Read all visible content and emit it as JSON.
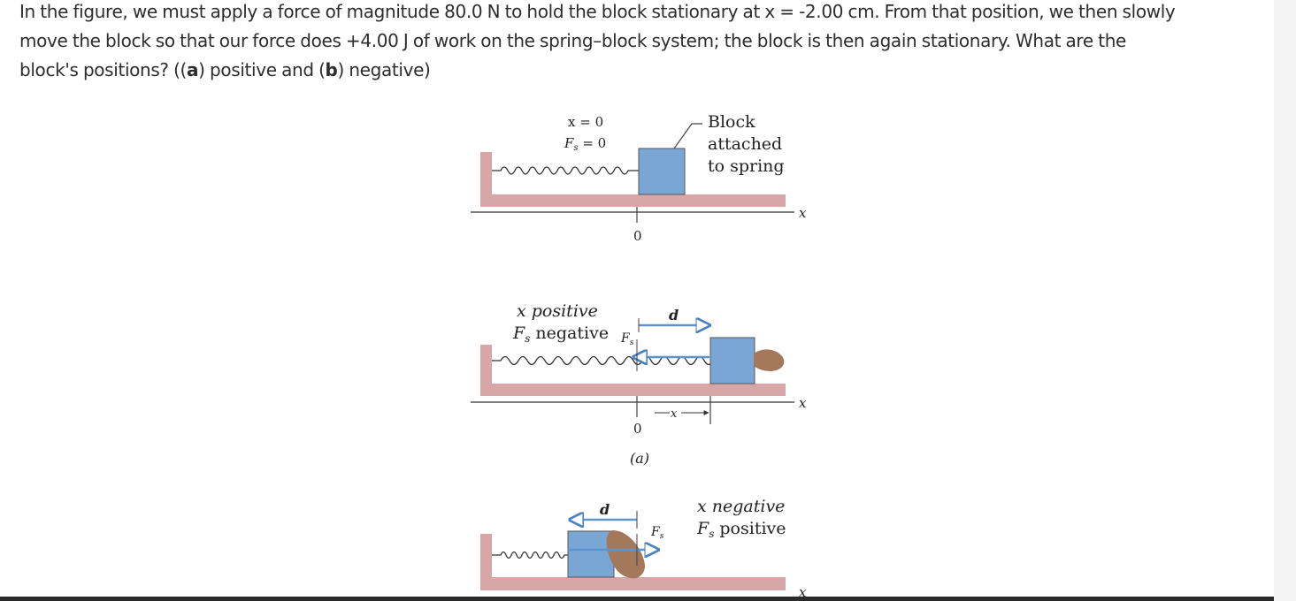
{
  "question": {
    "line1": "In the figure, we must apply a force of magnitude 80.0 N to hold the block stationary at x = -2.00 cm. From that position, we then slowly",
    "line2": "move the block so that our force does +4.00 J of work on the spring–block system; the block is then again stationary. What are the",
    "line3_prefix": "block's positions? ((",
    "part_a": "a",
    "line3_middle": ") positive and (",
    "part_b": "b",
    "line3_suffix": ") negative)"
  },
  "figure": {
    "top_panel": {
      "x_equals_zero": "x = 0",
      "force_prefix": "F",
      "force_sub": "s",
      "force_suffix": " = 0",
      "block_label_1": "Block",
      "block_label_2": "attached",
      "block_label_3": "to spring",
      "axis_label": "x",
      "origin_label": "0"
    },
    "middle_panel": {
      "x_positive": "x positive",
      "fs_prefix": "F",
      "fs_sub": "s",
      "fs_negative": " negative",
      "vec_d": "d",
      "vec_f": "F",
      "vec_f_sub": "s",
      "displacement_label": "x",
      "axis_label": "x",
      "origin_label": "0",
      "part_label": "(a)"
    },
    "bottom_panel": {
      "x_negative": "x negative",
      "fs_prefix": "F",
      "fs_sub": "s",
      "fs_positive": " positive",
      "vec_d": "d",
      "vec_f": "F",
      "vec_f_sub": "s",
      "axis_label": "x"
    }
  },
  "colors": {
    "floor": "#d9a6a8",
    "block": "#7aa6d6",
    "arrow": "#5f93cf",
    "text": "#2d2d2d"
  }
}
